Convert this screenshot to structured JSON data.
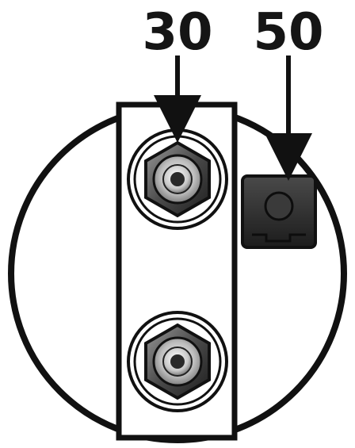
{
  "labels": {
    "terminal_30": "30",
    "terminal_50": "50"
  },
  "colors": {
    "outline": "#111111",
    "background": "#ffffff",
    "nut_light": "#d9d9d9",
    "nut_mid": "#8a8a8a",
    "nut_dark": "#2a2a2a",
    "connector_body": "#2e2e2e"
  },
  "components": {
    "terminal_30": {
      "name": "terminal-30",
      "type": "threaded stud with hex nut",
      "count": 2
    },
    "terminal_50": {
      "name": "terminal-50",
      "type": "blade connector"
    }
  }
}
